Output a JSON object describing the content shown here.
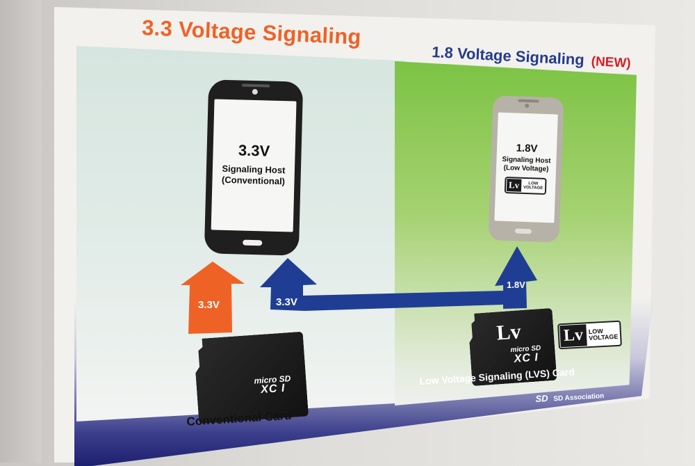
{
  "titles": {
    "left": "3.3 Voltage Signaling",
    "right": "1.8 Voltage Signaling",
    "right_badge": "(NEW)"
  },
  "host_conventional": {
    "voltage": "3.3V",
    "line1": "Signaling Host",
    "line2": "(Conventional)"
  },
  "host_low_voltage": {
    "voltage": "1.8V",
    "line1": "Signaling Host",
    "line2": "(Low Voltage)"
  },
  "lv_logo": {
    "mark": "Lv",
    "line1": "LOW",
    "line2": "VOLTAGE"
  },
  "arrows": {
    "orange_label": "3.3V",
    "blue_left_label": "3.3V",
    "blue_right_label": "1.8V"
  },
  "cards": {
    "conventional_caption": "Conventional Card",
    "lvs_caption": "Low Voltage Signaling (LVS) Card",
    "logo_micro": "micro",
    "logo_sd": "SD",
    "logo_xc": "XC I",
    "lvs_mark": "Lv"
  },
  "footer": {
    "sd_mark": "SD",
    "association": "SD Association"
  },
  "colors": {
    "orange": "#ef6226",
    "blue": "#1f3e93",
    "green": "#7cc344",
    "new_red": "#d51f26"
  }
}
